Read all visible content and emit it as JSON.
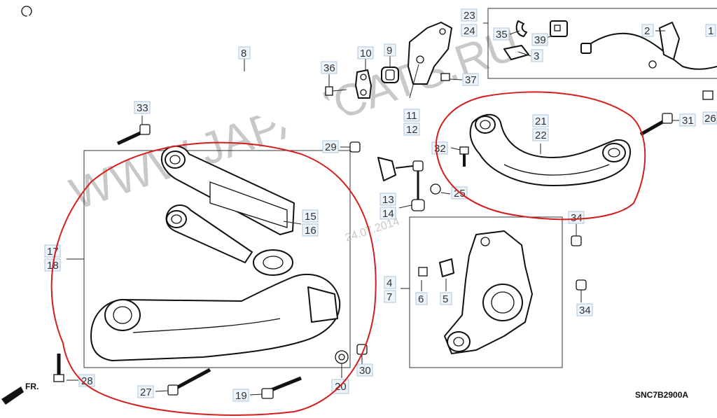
{
  "watermark": "WWW.JAPANCATS.RU",
  "date_stamp": "24.07.2014",
  "diagram_code": "SNC7B2900A",
  "direction_label": "FR.",
  "callouts": [
    {
      "id": "c1",
      "text": "8"
    },
    {
      "id": "c2",
      "text": "10"
    },
    {
      "id": "c3",
      "text": "9"
    },
    {
      "id": "c4",
      "text": "36"
    },
    {
      "id": "c5",
      "text": "11"
    },
    {
      "id": "c6",
      "text": "12"
    },
    {
      "id": "c7",
      "text": "37"
    },
    {
      "id": "c8",
      "text": "23"
    },
    {
      "id": "c9",
      "text": "24"
    },
    {
      "id": "c10",
      "text": "35"
    },
    {
      "id": "c11",
      "text": "39"
    },
    {
      "id": "c12",
      "text": "3"
    },
    {
      "id": "c13",
      "text": "2"
    },
    {
      "id": "c14",
      "text": "1"
    },
    {
      "id": "c15",
      "text": "26"
    },
    {
      "id": "c16",
      "text": "21"
    },
    {
      "id": "c17",
      "text": "22"
    },
    {
      "id": "c18",
      "text": "31"
    },
    {
      "id": "c19",
      "text": "32"
    },
    {
      "id": "c20",
      "text": "33"
    },
    {
      "id": "c21",
      "text": "29"
    },
    {
      "id": "c22",
      "text": "13"
    },
    {
      "id": "c23",
      "text": "14"
    },
    {
      "id": "c24",
      "text": "25"
    },
    {
      "id": "c25",
      "text": "15"
    },
    {
      "id": "c26",
      "text": "16"
    },
    {
      "id": "c27",
      "text": "17"
    },
    {
      "id": "c28",
      "text": "18"
    },
    {
      "id": "c29",
      "text": "34"
    },
    {
      "id": "c30",
      "text": "4"
    },
    {
      "id": "c31",
      "text": "7"
    },
    {
      "id": "c32",
      "text": "6"
    },
    {
      "id": "c33",
      "text": "5"
    },
    {
      "id": "c34",
      "text": "34"
    },
    {
      "id": "c35",
      "text": "28"
    },
    {
      "id": "c36",
      "text": "27"
    },
    {
      "id": "c37",
      "text": "19"
    },
    {
      "id": "c38",
      "text": "20"
    },
    {
      "id": "c39",
      "text": "30"
    }
  ]
}
